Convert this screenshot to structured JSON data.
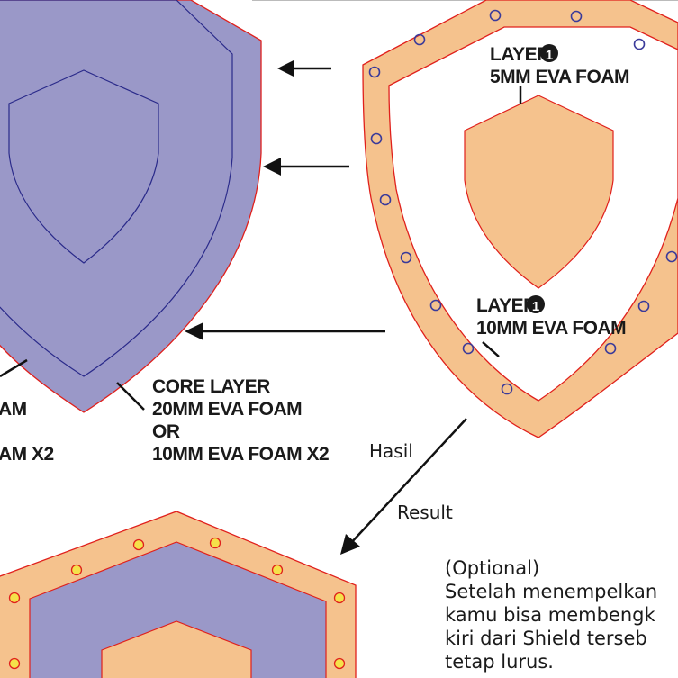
{
  "colors": {
    "purple": "#9a98c8",
    "purple_stroke": "#2a2a8a",
    "orange": "#f5c28d",
    "red_stroke": "#e0201c",
    "rivet_purple": "#3a3a9a",
    "rivet_gold": "#f5e14a",
    "arrow": "#111111"
  },
  "labels": {
    "layer1_top": {
      "title": "LAYER",
      "badge": "1",
      "text": "5MM EVA FOAM"
    },
    "layer1_bottom": {
      "title": "LAYER",
      "badge": "1",
      "text": "10MM EVA FOAM"
    },
    "core": {
      "line1": "CORE LAYER",
      "line2": "20MM EVA FOAM",
      "line3": "OR",
      "line4": "10MM EVA FOAM X2"
    },
    "left_partial": {
      "line1": "AM",
      "line2": "AM X2"
    },
    "hasil": "Hasil",
    "result": "Result"
  },
  "note": {
    "lines": [
      "(Optional)",
      "Setelah menempelkan",
      "kamu bisa membengk",
      "kiri dari Shield terseb",
      "tetap lurus."
    ]
  }
}
